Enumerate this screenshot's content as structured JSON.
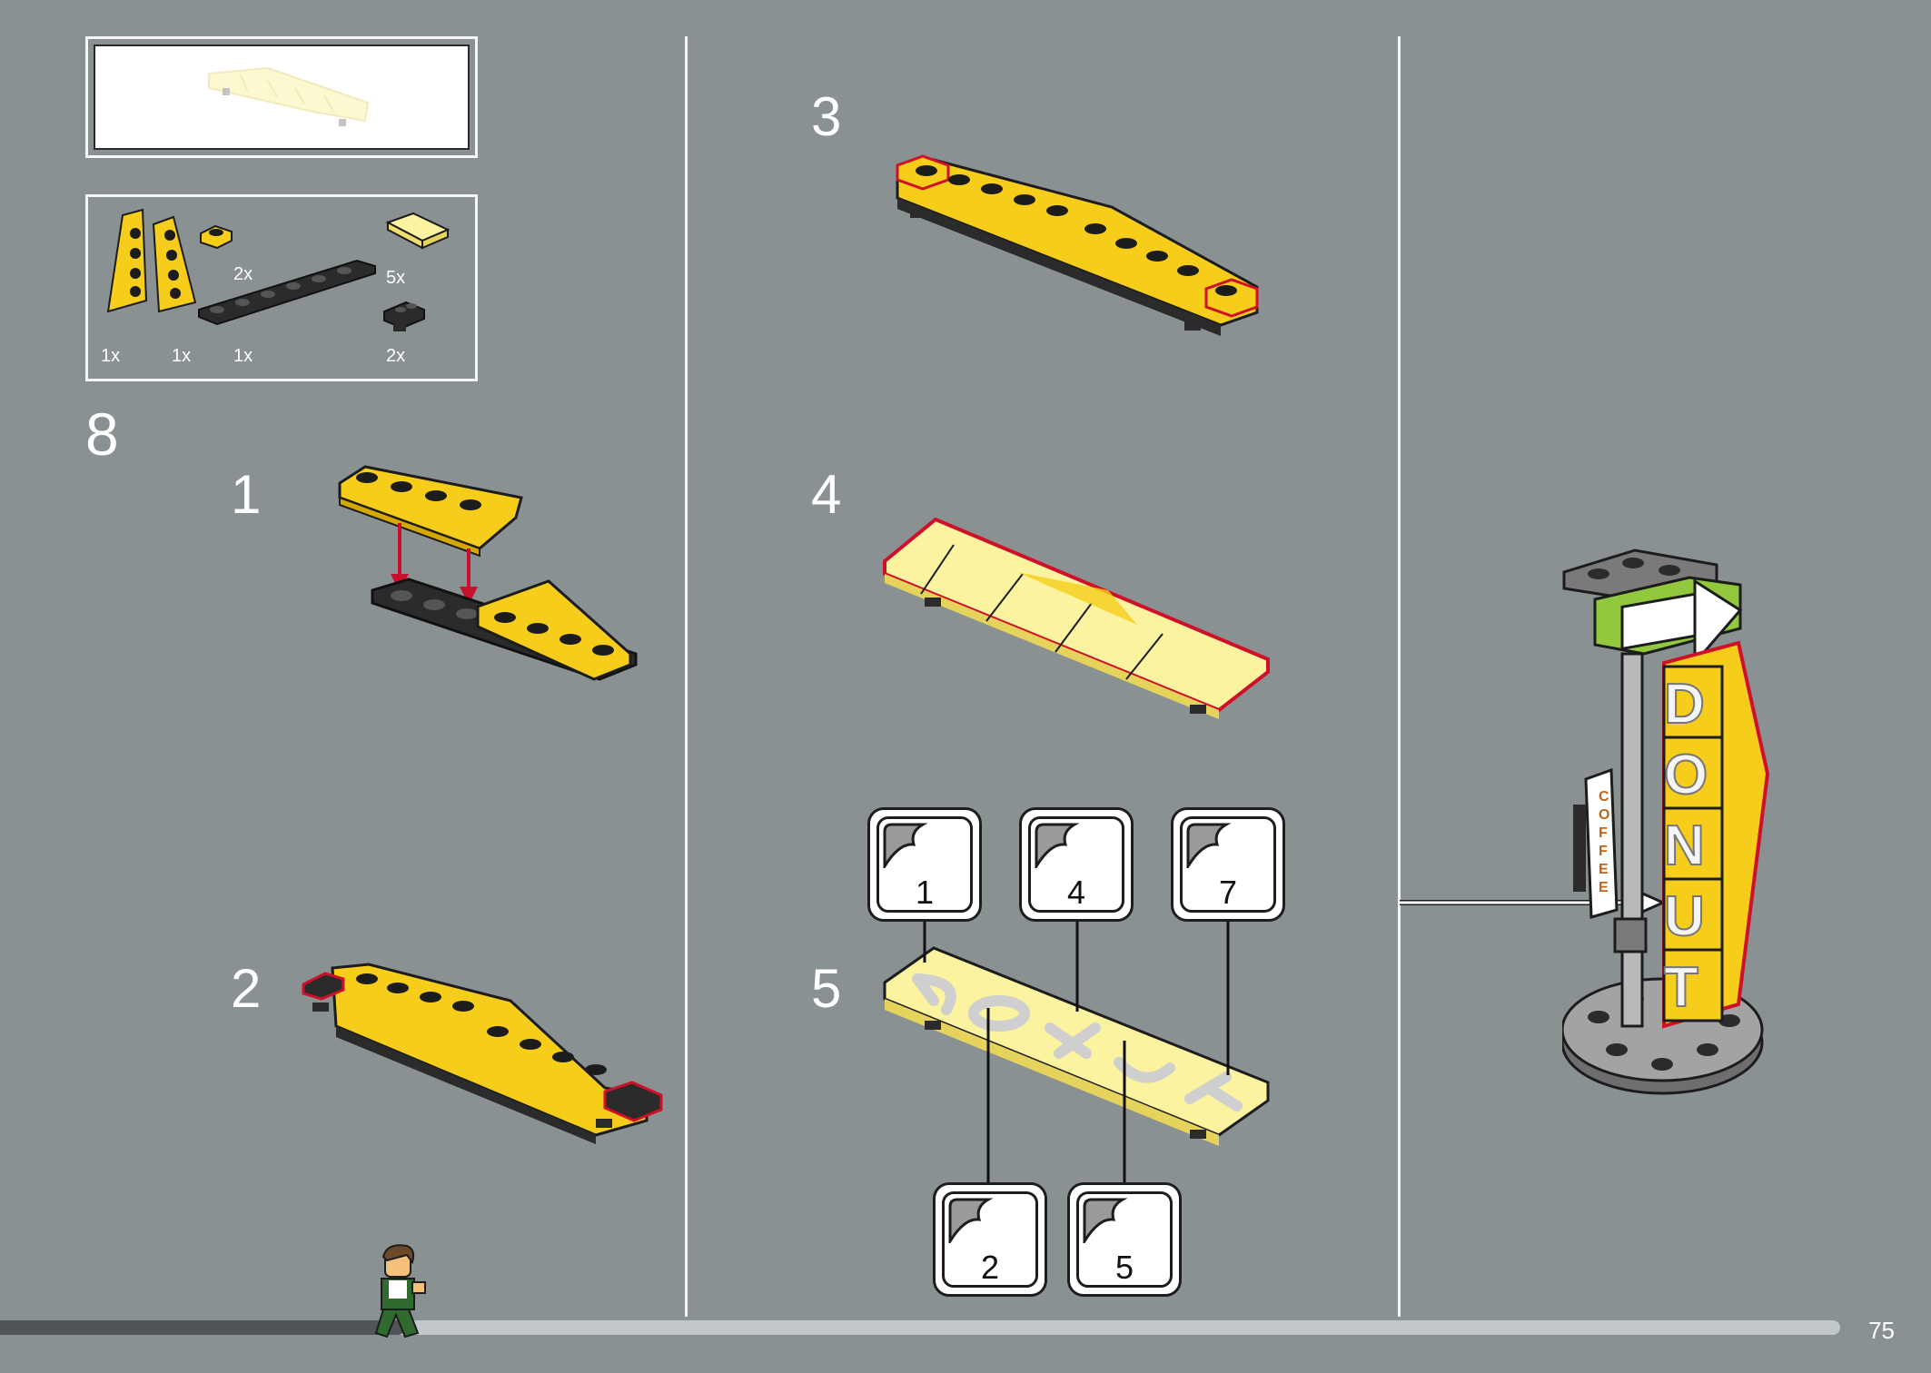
{
  "page": {
    "number": "75",
    "progress": 0.22
  },
  "main_step": {
    "number": "8"
  },
  "parts_list": [
    {
      "name": "wedge-plate-left",
      "qty": "1x"
    },
    {
      "name": "wedge-plate-right",
      "qty": "1x"
    },
    {
      "name": "plate-1x1-yellow",
      "qty": "2x"
    },
    {
      "name": "plate-1x6-black",
      "qty": "1x"
    },
    {
      "name": "tile-2x2-bright-yellow",
      "qty": "5x"
    },
    {
      "name": "plate-with-clip-black",
      "qty": "2x"
    }
  ],
  "substeps": {
    "s1": "1",
    "s2": "2",
    "s3": "3",
    "s4": "4",
    "s5": "5"
  },
  "stickers": {
    "a": "1",
    "b": "4",
    "c": "7",
    "d": "2",
    "e": "5"
  },
  "sign": {
    "letters": [
      "D",
      "O",
      "N",
      "U",
      "T"
    ],
    "coffee_label": "COFFEE"
  },
  "colors": {
    "background": "#8a9193",
    "brick_yellow": "#f5cd1a",
    "brick_black": "#2b2b2b",
    "highlight_red": "#d0102a",
    "tile_light": "#fbf3a0",
    "sign_green": "#92c83e"
  }
}
